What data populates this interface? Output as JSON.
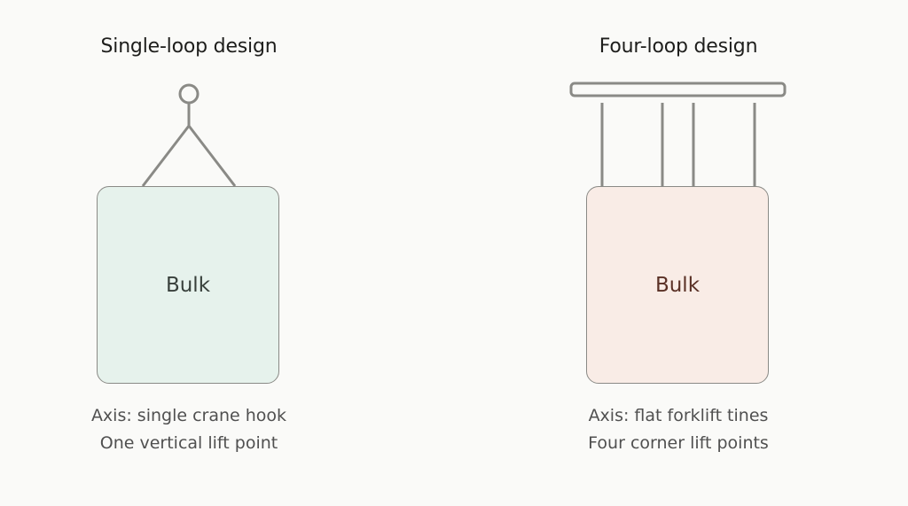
{
  "left": {
    "title": "Single-loop design",
    "bag_label": "Bulk",
    "caption_line1": "Axis: single crane hook",
    "caption_line2": "One vertical lift point",
    "fill_color": "#e6f2ec"
  },
  "right": {
    "title": "Four-loop design",
    "bag_label": "Bulk",
    "caption_line1": "Axis: flat forklift tines",
    "caption_line2": "Four corner lift points",
    "fill_color": "#f9ece6"
  },
  "stroke_color": "#8a8a86"
}
